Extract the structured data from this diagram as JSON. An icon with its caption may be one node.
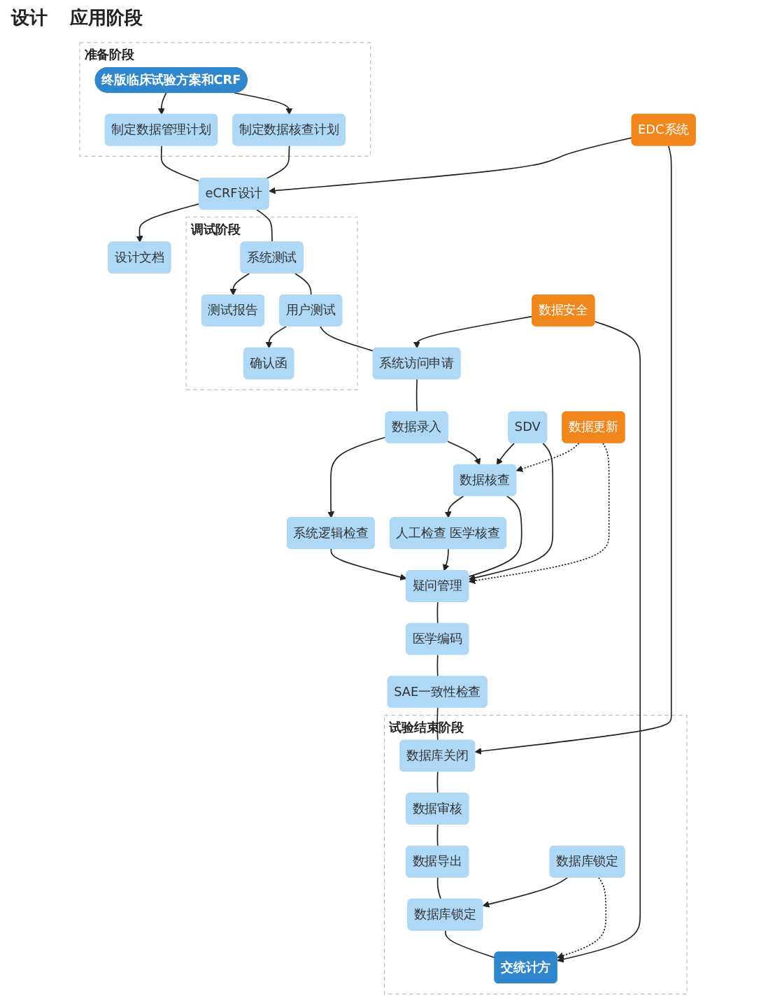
{
  "diagram": {
    "nodes": [
      {
        "text": [
          "准备阶段"
        ]
      },
      {
        "text": [
          "终版临床试验方案和CRF"
        ],
        "in": 0
      },
      {
        "text": [
          "制定数据管理计划"
        ],
        "in": 0
      },
      {
        "text": [
          "制定数据核查计划"
        ],
        "in": 0
      },
      {
        "text": [
          "eCRF设计"
        ]
      },
      {
        "text": [
          "设计文档"
        ]
      },
      {
        "text": [
          "调试阶段"
        ]
      },
      {
        "text": [
          "系统测试"
        ],
        "in": 6
      },
      {
        "text": [
          "测试报告"
        ],
        "in": 6
      },
      {
        "text": [
          "用户测试"
        ],
        "in": 6
      },
      {
        "text": [
          "确认函"
        ],
        "in": 6
      },
      {
        "text": [
          "系统访问申请"
        ]
      },
      {
        "text": [
          "EDC系统"
        ]
      },
      {
        "text": [
          "数据录入"
        ]
      },
      {
        "text": [
          "系统逻辑检查"
        ]
      },
      {
        "text": [
          "SDV"
        ]
      },
      {
        "text": [
          "数据核查"
        ]
      },
      {
        "text": [
          "人工检查 医学核查"
        ]
      },
      {
        "text": [
          "数据更新"
        ]
      },
      {
        "text": [
          "疑问管理"
        ]
      },
      {
        "text": [
          "医学编码"
        ]
      },
      {
        "text": [
          "SAE一致性检查"
        ]
      },
      {
        "text": [
          "数据安全"
        ]
      },
      {
        "text": [
          "试验结束阶段"
        ]
      },
      {
        "text": [
          "数据库关闭"
        ],
        "in": 23
      },
      {
        "text": [
          "数据审核"
        ],
        "in": 23
      },
      {
        "text": [
          "数据导出"
        ],
        "in": 23
      },
      {
        "text": [
          "数据库锁定"
        ],
        "in": 23
      },
      {
        "text": [
          "数据库锁定"
        ],
        "in": 23
      },
      {
        "text": [
          "交统计方"
        ],
        "in": 23
      }
    ],
    "edges": [
      {
        "from": 1,
        "to": 2,
        "arrow": "to"
      },
      {
        "from": 1,
        "to": 3,
        "arrow": "to"
      },
      {
        "from": 2,
        "to": 4,
        "arrow": "none"
      },
      {
        "from": 3,
        "to": 4,
        "arrow": "none"
      },
      {
        "from": 4,
        "to": 5,
        "arrow": "to"
      },
      {
        "from": 12,
        "to": 4,
        "arrow": "to"
      },
      {
        "from": 4,
        "to": 7,
        "arrow": "none"
      },
      {
        "from": 7,
        "to": 8,
        "arrow": "to"
      },
      {
        "from": 7,
        "to": 9,
        "arrow": "none"
      },
      {
        "from": 9,
        "to": 10,
        "arrow": "to"
      },
      {
        "from": 9,
        "to": 11,
        "arrow": "none"
      },
      {
        "from": 22,
        "to": 11,
        "arrow": "to"
      },
      {
        "from": 11,
        "to": 13,
        "arrow": "none"
      },
      {
        "from": 13,
        "to": 14,
        "arrow": "to"
      },
      {
        "from": 13,
        "to": 16,
        "arrow": "to"
      },
      {
        "from": 15,
        "to": 16,
        "arrow": "to"
      },
      {
        "from": 16,
        "to": 17,
        "arrow": "to"
      },
      {
        "from": 14,
        "to": 19,
        "arrow": "to"
      },
      {
        "from": 15,
        "to": 19,
        "arrow": "to"
      },
      {
        "from": 17,
        "to": 19,
        "arrow": "to"
      },
      {
        "from": 18,
        "to": 16,
        "arrow": "to",
        "style": "dashed"
      },
      {
        "from": 18,
        "to": 19,
        "arrow": "to",
        "style": "dashed"
      },
      {
        "from": 16,
        "to": 19,
        "arrow": "none"
      },
      {
        "from": 19,
        "to": 20,
        "arrow": "none"
      },
      {
        "from": 20,
        "to": 21,
        "arrow": "none"
      },
      {
        "from": 21,
        "to": 24,
        "arrow": "none"
      },
      {
        "from": 12,
        "to": 24,
        "arrow": "to"
      },
      {
        "from": 24,
        "to": 25,
        "arrow": "none"
      },
      {
        "from": 25,
        "to": 26,
        "arrow": "none"
      },
      {
        "from": 26,
        "to": 28,
        "arrow": "none"
      },
      {
        "from": 27,
        "to": 28,
        "arrow": "to"
      },
      {
        "from": 27,
        "to": 29,
        "arrow": "to",
        "style": "dashed"
      },
      {
        "from": 28,
        "to": 29,
        "arrow": "none"
      },
      {
        "from": 22,
        "to": 29,
        "arrow": "to"
      }
    ],
    "labels": [
      "设计",
      "应用阶段"
    ]
  }
}
